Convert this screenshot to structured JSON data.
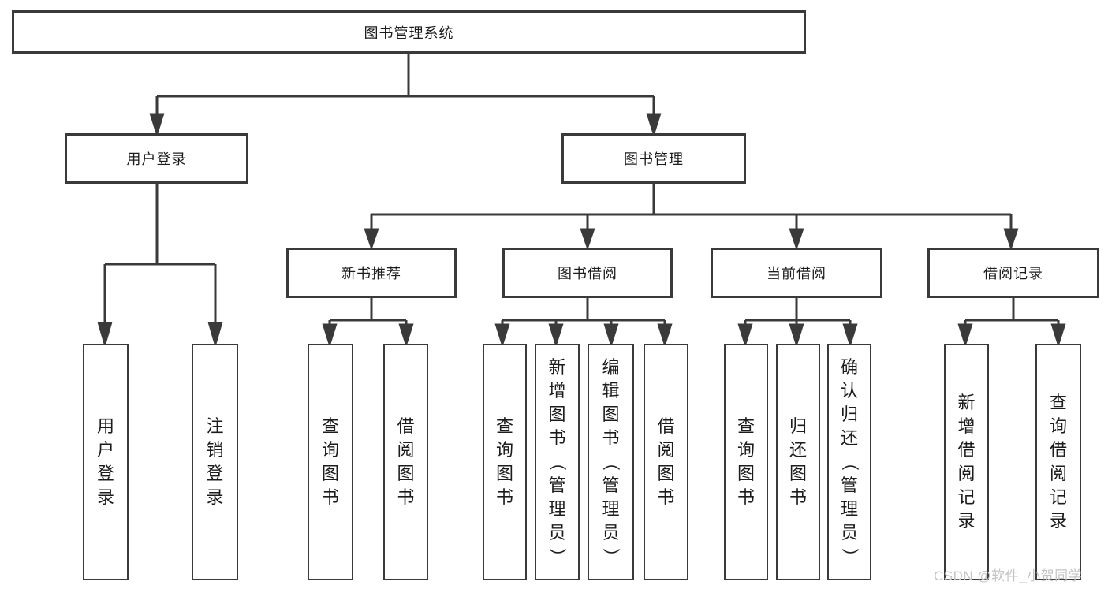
{
  "diagram": {
    "root": {
      "label": "图书管理系统"
    },
    "branches": [
      {
        "label": "用户登录",
        "children": [
          "用户登录",
          "注销登录"
        ]
      },
      {
        "label": "图书管理",
        "groups": [
          {
            "label": "新书推荐",
            "children": [
              "查询图书",
              "借阅图书"
            ]
          },
          {
            "label": "图书借阅",
            "children": [
              "查询图书",
              "新增图书（管理员）",
              "编辑图书（管理员）",
              "借阅图书"
            ]
          },
          {
            "label": "当前借阅",
            "children": [
              "查询图书",
              "归还图书",
              "确认归还（管理员）"
            ]
          },
          {
            "label": "借阅记录",
            "children": [
              "新增借阅记录",
              "查询借阅记录"
            ]
          }
        ]
      }
    ]
  },
  "watermark": "CSDN @软件_小贺同学",
  "colors": {
    "line": "#3a3a3a",
    "text": "#1c1c1c",
    "watermark": "#c5c5c5",
    "background": "#ffffff"
  }
}
